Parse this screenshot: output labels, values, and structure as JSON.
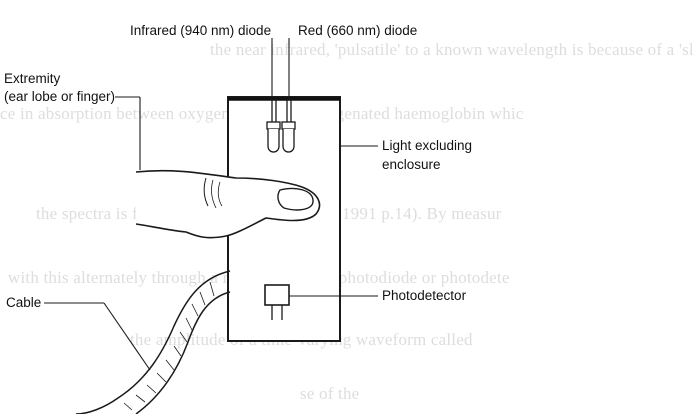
{
  "background_text": [
    "the near infrared, 'pulsatile' to a known wavelength is because of a 'sl",
    "ce in absorption between oxygenated and deoxygenated haemoglobin whic",
    "the spectra is flat as shown on p. 14 (Sykes 1991 p.14). By measur",
    "with this alternately through a red and infrared photodiode or photodete",
    "the amplitude of a time-varying waveform called",
    "se of the"
  ],
  "labels": {
    "infrared": "Infrared (940 nm) diode",
    "red": "Red (660 nm) diode",
    "extremity_line1": "Extremity",
    "extremity_line2": "(ear lobe or finger)",
    "enclosure_line1": "Light excluding",
    "enclosure_line2": "enclosure",
    "cable": "Cable",
    "photodetector": "Photodetector"
  }
}
